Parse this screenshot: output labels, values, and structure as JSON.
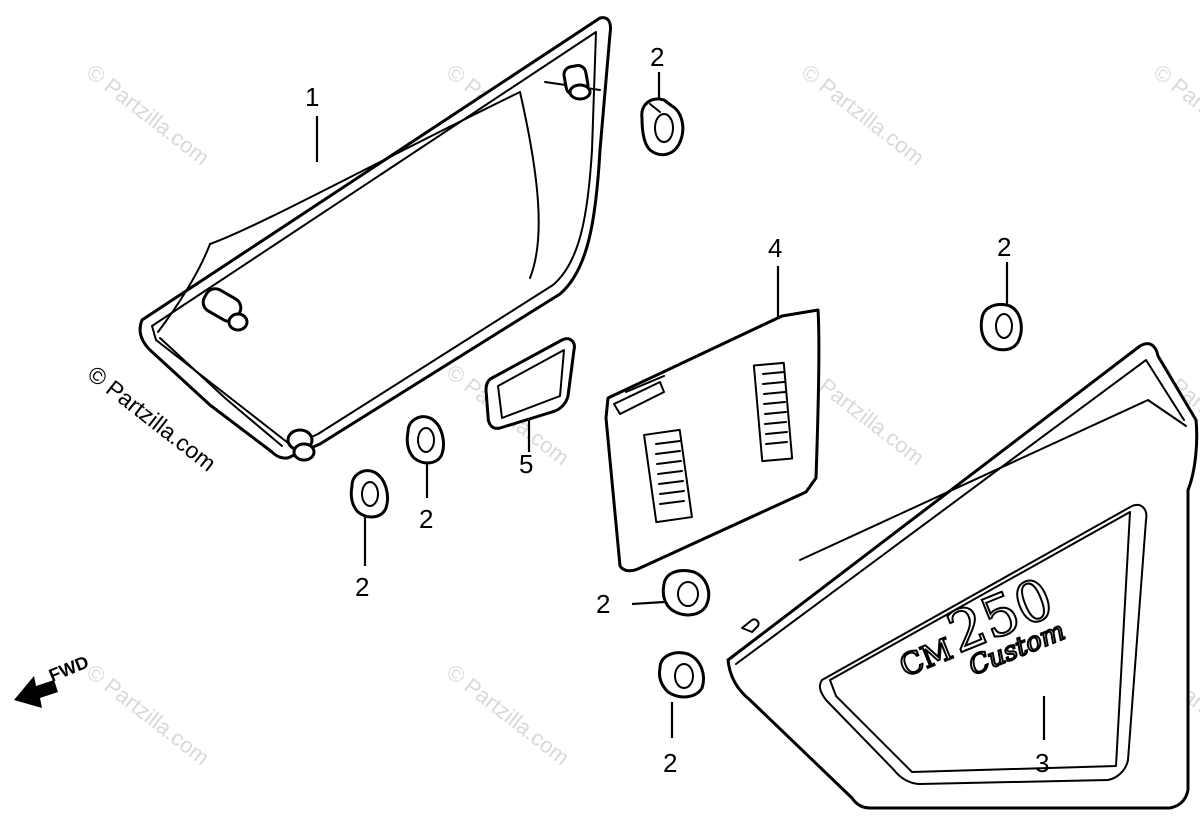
{
  "watermark": "© Partzilla.com",
  "copyright": "© Partzilla.com",
  "fwd_label": "FWD",
  "emblem": {
    "prefix": "CM",
    "number": "250",
    "script": "Custom"
  },
  "callouts": [
    {
      "id": "c1",
      "label": "1"
    },
    {
      "id": "c2a",
      "label": "2"
    },
    {
      "id": "c2b",
      "label": "2"
    },
    {
      "id": "c2c",
      "label": "2"
    },
    {
      "id": "c2d",
      "label": "2"
    },
    {
      "id": "c2e",
      "label": "2"
    },
    {
      "id": "c2f",
      "label": "2"
    },
    {
      "id": "c3",
      "label": "3"
    },
    {
      "id": "c4",
      "label": "4"
    },
    {
      "id": "c5",
      "label": "5"
    }
  ]
}
